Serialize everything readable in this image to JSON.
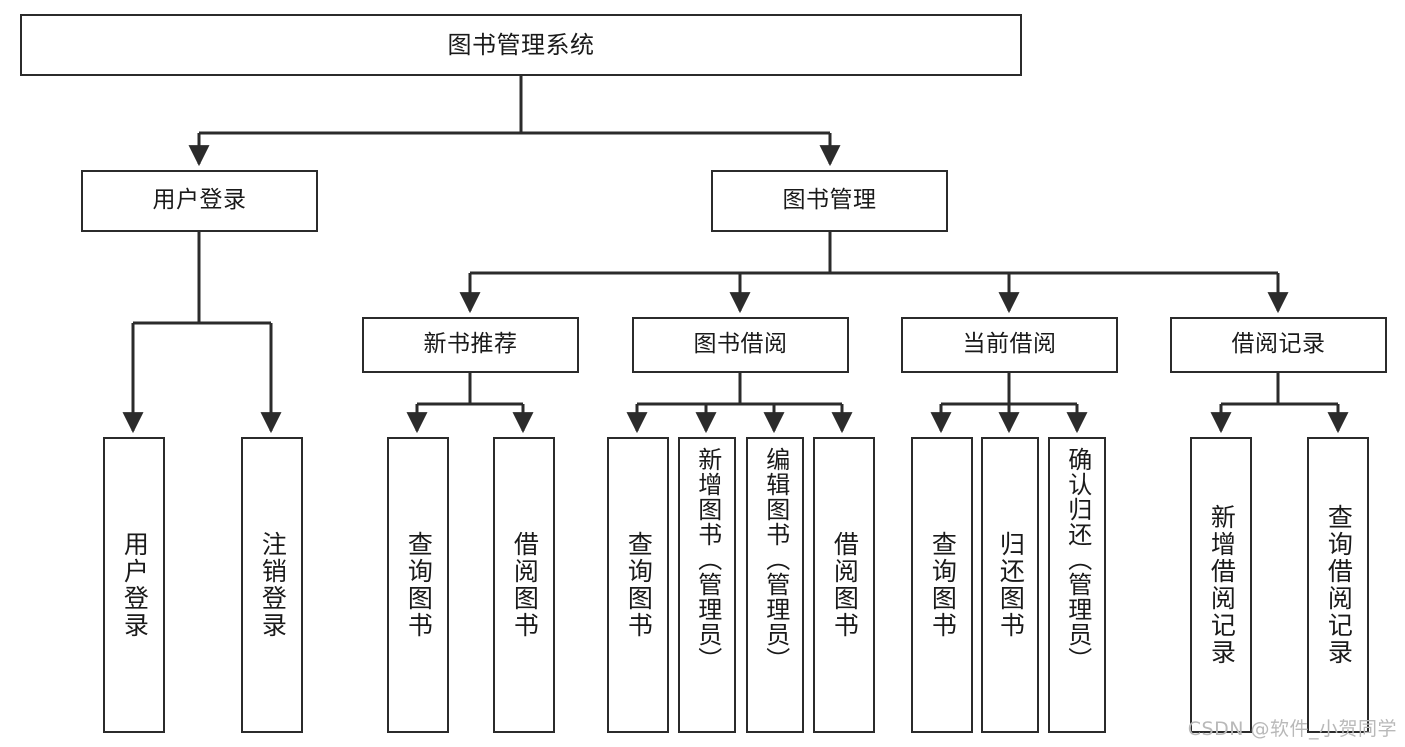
{
  "diagram": {
    "title": "图书管理系统",
    "type": "tree-hierarchy",
    "root": {
      "id": "root",
      "label": "图书管理系统"
    },
    "level2": [
      {
        "id": "user-login",
        "label": "用户登录"
      },
      {
        "id": "book-manage",
        "label": "图书管理"
      }
    ],
    "level3": [
      {
        "id": "new-book-rec",
        "label": "新书推荐",
        "parent": "book-manage"
      },
      {
        "id": "book-borrow",
        "label": "图书借阅",
        "parent": "book-manage"
      },
      {
        "id": "current-borrow",
        "label": "当前借阅",
        "parent": "book-manage"
      },
      {
        "id": "borrow-record",
        "label": "借阅记录",
        "parent": "book-manage"
      }
    ],
    "leaves": [
      {
        "id": "leaf-user-login",
        "label": "用户登录",
        "parent": "user-login"
      },
      {
        "id": "leaf-user-logout",
        "label": "注销登录",
        "parent": "user-login"
      },
      {
        "id": "leaf-query-book-1",
        "label": "查询图书",
        "parent": "new-book-rec"
      },
      {
        "id": "leaf-borrow-book-1",
        "label": "借阅图书",
        "parent": "new-book-rec"
      },
      {
        "id": "leaf-query-book-2",
        "label": "查询图书",
        "parent": "book-borrow"
      },
      {
        "id": "leaf-add-book",
        "label": "新增图书（管理员）",
        "parent": "book-borrow"
      },
      {
        "id": "leaf-edit-book",
        "label": "编辑图书（管理员）",
        "parent": "book-borrow"
      },
      {
        "id": "leaf-borrow-book-2",
        "label": "借阅图书",
        "parent": "book-borrow"
      },
      {
        "id": "leaf-query-book-3",
        "label": "查询图书",
        "parent": "current-borrow"
      },
      {
        "id": "leaf-return-book",
        "label": "归还图书",
        "parent": "current-borrow"
      },
      {
        "id": "leaf-confirm-return",
        "label": "确认归还（管理员）",
        "parent": "current-borrow"
      },
      {
        "id": "leaf-add-record",
        "label": "新增借阅记录",
        "parent": "borrow-record"
      },
      {
        "id": "leaf-query-record",
        "label": "查询借阅记录",
        "parent": "borrow-record"
      }
    ],
    "watermark": "CSDN @软件_小贺同学",
    "colors": {
      "stroke": "#2b2b2b",
      "background": "#ffffff",
      "text": "#1a1a1a",
      "watermark": "#b9b9b9"
    }
  }
}
